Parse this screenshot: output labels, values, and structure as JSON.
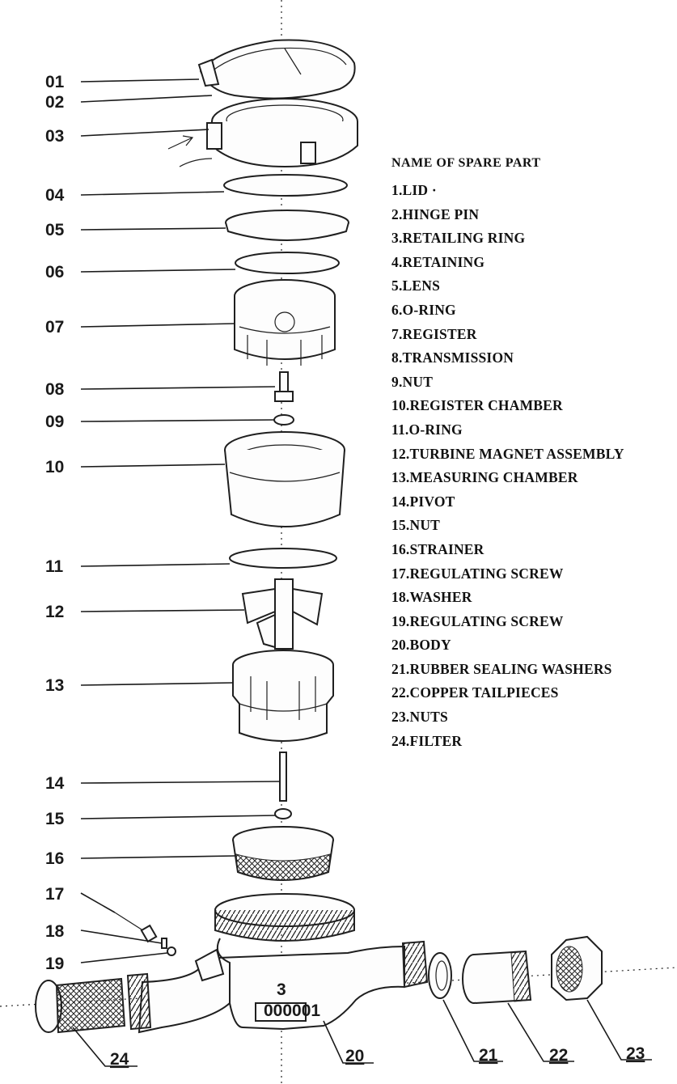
{
  "legend": {
    "title": "NAME OF SPARE PART",
    "items": [
      "1.LID  ·",
      "2.HINGE PIN",
      "3.RETAILING RING",
      "4.RETAINING",
      "5.LENS",
      "6.O-RING",
      "7.REGISTER",
      "8.TRANSMISSION",
      "9.NUT",
      "10.REGISTER CHAMBER",
      "11.O-RING",
      "12.TURBINE MAGNET ASSEMBLY",
      "13.MEASURING CHAMBER",
      "14.PIVOT",
      "15.NUT",
      "16.STRAINER",
      "17.REGULATING SCREW",
      "18.WASHER",
      "19.REGULATING SCREW",
      "20.BODY",
      "21.RUBBER SEALING WASHERS",
      "22.COPPER TAILPIECES",
      "23.NUTS",
      "24.FILTER"
    ]
  },
  "callouts": {
    "c01": "01",
    "c02": "02",
    "c03": "03",
    "c04": "04",
    "c05": "05",
    "c06": "06",
    "c07": "07",
    "c08": "08",
    "c09": "09",
    "c10": "10",
    "c11": "11",
    "c12": "12",
    "c13": "13",
    "c14": "14",
    "c15": "15",
    "c16": "16",
    "c17": "17",
    "c18": "18",
    "c19": "19",
    "c20": "20",
    "c21": "21",
    "c22": "22",
    "c23": "23",
    "c24": "24"
  },
  "body_marks": {
    "flow_number": "3",
    "serial": "000001"
  }
}
